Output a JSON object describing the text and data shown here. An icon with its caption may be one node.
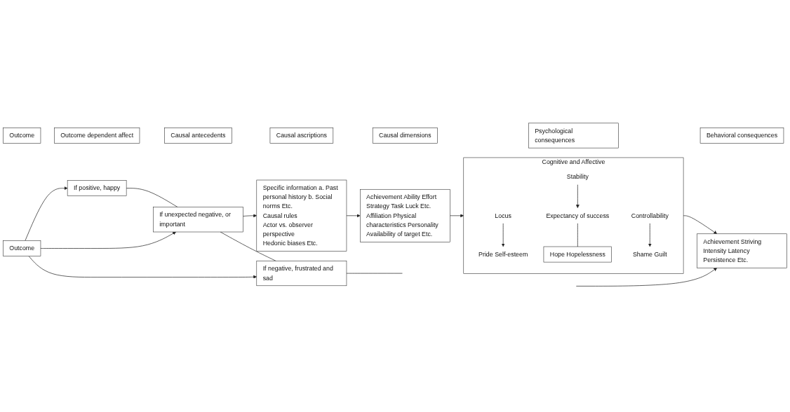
{
  "diagram": {
    "nodes": [
      {
        "text": [
          "Outcome"
        ]
      },
      {
        "text": [
          "Outcome dependent affect"
        ]
      },
      {
        "text": [
          "Causal antecedents"
        ]
      },
      {
        "text": [
          "Causal ascriptions"
        ]
      },
      {
        "text": [
          "Causal dimensions"
        ]
      },
      {
        "text": [
          "Psychological consequences"
        ]
      },
      {
        "text": [
          "Behavioral consequences"
        ]
      },
      {
        "text": [
          "If positive, happy"
        ]
      },
      {
        "text": [
          "Specific information a. Past personal history b. Social norms Etc.",
          "Causal rules",
          "Actor vs. observer perspective",
          "Hedonic biases Etc."
        ]
      },
      {
        "text": [
          "Achievement Ability Effort Strategy Task Luck Etc.",
          "Affiliation Physical characteristics Personality Availability of target Etc."
        ]
      },
      {
        "text": [
          "Cognitive and Affective"
        ]
      },
      {
        "text": [
          "Locus"
        ],
        "in": 10
      },
      {
        "text": [
          "Pride Self-esteem"
        ],
        "in": 10
      },
      {
        "text": [
          "Stability"
        ],
        "in": 10
      },
      {
        "text": [
          "Expectancy of success"
        ],
        "in": 10
      },
      {
        "text": [
          "Hope Hopelessness"
        ],
        "in": 10
      },
      {
        "text": [
          "Controllability"
        ],
        "in": 10
      },
      {
        "text": [
          "Shame Guilt"
        ],
        "in": 10
      },
      {
        "text": [
          "Achievement Striving Intensity Latency Persistence Etc."
        ]
      },
      {
        "text": [
          "Outcome"
        ]
      },
      {
        "text": [
          "If unexpected negative, or important"
        ]
      },
      {
        "text": [
          "If negative, frustrated and sad"
        ]
      }
    ],
    "edges": [
      {
        "from": 19,
        "to": 7,
        "arrow": "to"
      },
      {
        "from": 19,
        "to": 20,
        "arrow": "to"
      },
      {
        "from": 19,
        "to": 21,
        "arrow": "to"
      },
      {
        "from": 7,
        "to": 20,
        "arrow": "none"
      },
      {
        "from": 20,
        "to": 21,
        "arrow": "none"
      },
      {
        "from": 20,
        "to": 8,
        "arrow": "to"
      },
      {
        "from": 8,
        "to": 9,
        "arrow": "to"
      },
      {
        "from": 9,
        "to": 10,
        "arrow": "to"
      },
      {
        "from": 10,
        "to": 18,
        "arrow": "to"
      },
      {
        "from": 11,
        "to": 12,
        "arrow": "to"
      },
      {
        "from": 13,
        "to": 14,
        "arrow": "to"
      },
      {
        "from": 14,
        "to": 15,
        "arrow": "none"
      },
      {
        "from": 16,
        "to": 17,
        "arrow": "to"
      },
      {
        "from": 21,
        "to": null,
        "arrow": "none"
      },
      {
        "from": null,
        "to": 18,
        "arrow": "to"
      }
    ]
  }
}
